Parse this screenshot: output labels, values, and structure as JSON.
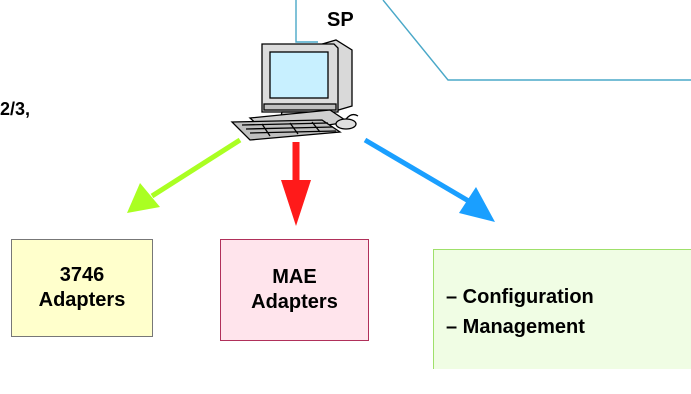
{
  "labels": {
    "sp": "SP",
    "left_fragment": "2/3,"
  },
  "boxes": {
    "adapters_3746": {
      "line1": "3746",
      "line2": "Adapters"
    },
    "mae_adapters": {
      "line1": "MAE",
      "line2": "Adapters"
    },
    "functions": {
      "item1": "– Configuration",
      "item2": "– Management"
    }
  },
  "colors": {
    "arrow_left": "#aaff22",
    "arrow_center": "#ff1a1a",
    "arrow_right": "#1a9fff",
    "callout_line": "#4aa8c8",
    "box_3746_fill": "#ffffcc",
    "box_mae_fill": "#ffe4ec",
    "box_functions_fill": "#f0fde4"
  },
  "icons": {
    "computer": "desktop-computer-icon"
  }
}
